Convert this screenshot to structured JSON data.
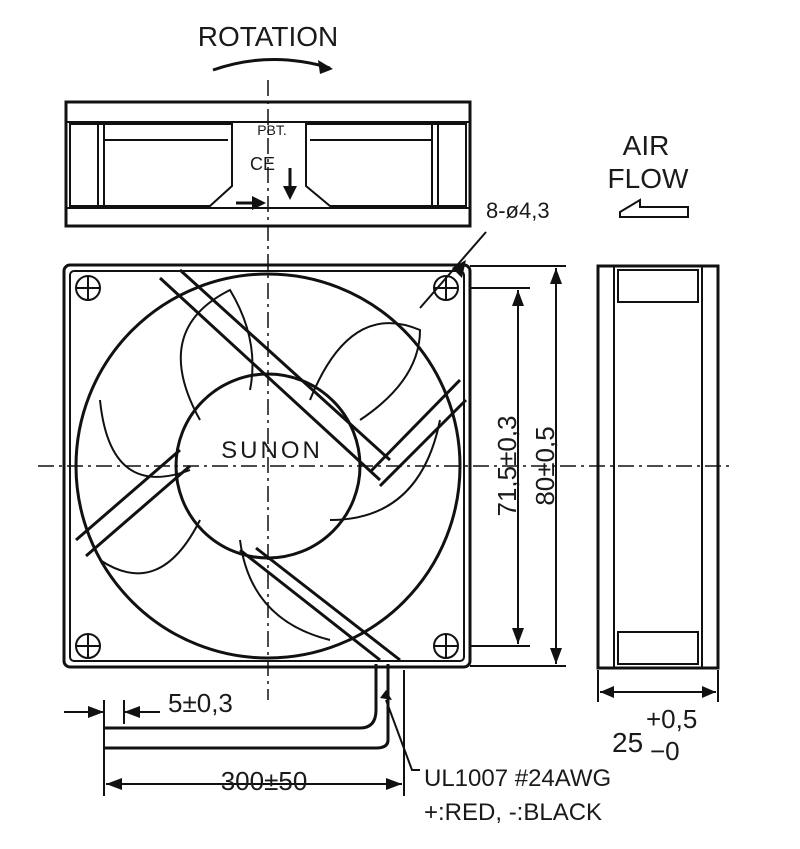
{
  "labels": {
    "rotation": "ROTATION",
    "air_flow_line1": "AIR",
    "air_flow_line2": "FLOW",
    "pbt": "PBT.",
    "ce_mark": "CE",
    "brand": "SUNON",
    "hole_spec": "8-ø4,3",
    "dim_hole_pitch": "71,5±0,3",
    "dim_frame": "80±0,5",
    "dim_lead_strip": "5±0,3",
    "dim_lead_length": "300±50",
    "dim_depth_base": "25",
    "dim_depth_plus": "+0,5",
    "dim_depth_minus": "−0",
    "wire_spec_line1": "UL1007 #24AWG",
    "wire_spec_line2": "+:RED, -:BLACK"
  },
  "colors": {
    "line": "#111111",
    "background": "#ffffff"
  }
}
